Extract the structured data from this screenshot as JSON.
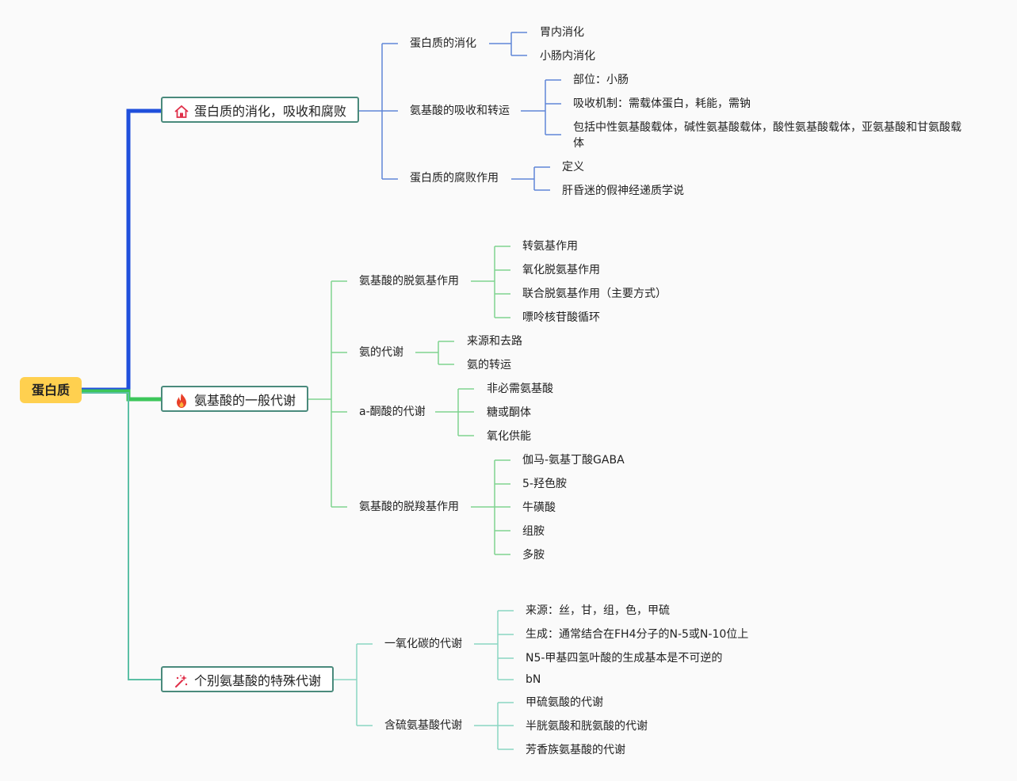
{
  "root": "蛋白质",
  "b1": {
    "title": "蛋白质的消化，吸收和腐败",
    "icon": "house-icon",
    "color": "#1f4fdc",
    "c1": {
      "label": "蛋白质的消化",
      "items": [
        "胃内消化",
        "小肠内消化"
      ]
    },
    "c2": {
      "label": "氨基酸的吸收和转运",
      "items": [
        "部位：小肠",
        "吸收机制：需载体蛋白，耗能，需钠",
        "包括中性氨基酸载体，碱性氨基酸载体，酸性氨基酸载体，亚氨基酸和甘氨酸载体"
      ]
    },
    "c3": {
      "label": "蛋白质的腐败作用",
      "items": [
        "定义",
        "肝昏迷的假神经递质学说"
      ]
    }
  },
  "b2": {
    "title": "氨基酸的一般代谢",
    "icon": "fire-icon",
    "color": "#3cc65a",
    "c1": {
      "label": "氨基酸的脱氨基作用",
      "items": [
        "转氨基作用",
        "氧化脱氨基作用",
        "联合脱氨基作用（主要方式）",
        "嘌呤核苷酸循环"
      ]
    },
    "c2": {
      "label": "氨的代谢",
      "items": [
        "来源和去路",
        "氨的转运"
      ]
    },
    "c3": {
      "label": "a-酮酸的代谢",
      "items": [
        "非必需氨基酸",
        "糖或酮体",
        "氧化供能"
      ]
    },
    "c4": {
      "label": "氨基酸的脱羧基作用",
      "items": [
        "伽马-氨基丁酸GABA",
        "5-羟色胺",
        "牛磺酸",
        "组胺",
        "多胺"
      ]
    }
  },
  "b3": {
    "title": "个别氨基酸的特殊代谢",
    "icon": "sparkle-icon",
    "color": "#5bbfa5",
    "c1": {
      "label": "一氧化碳的代谢",
      "items": [
        "来源：丝，甘，组，色，甲硫",
        "生成：通常结合在FH4分子的N-5或N-10位上",
        "N5-甲基四氢叶酸的生成基本是不可逆的",
        "bN"
      ]
    },
    "c2": {
      "label": "含硫氨基酸代谢",
      "items": [
        "甲硫氨酸的代谢",
        "半胱氨酸和胱氨酸的代谢",
        "芳香族氨基酸的代谢"
      ]
    }
  }
}
